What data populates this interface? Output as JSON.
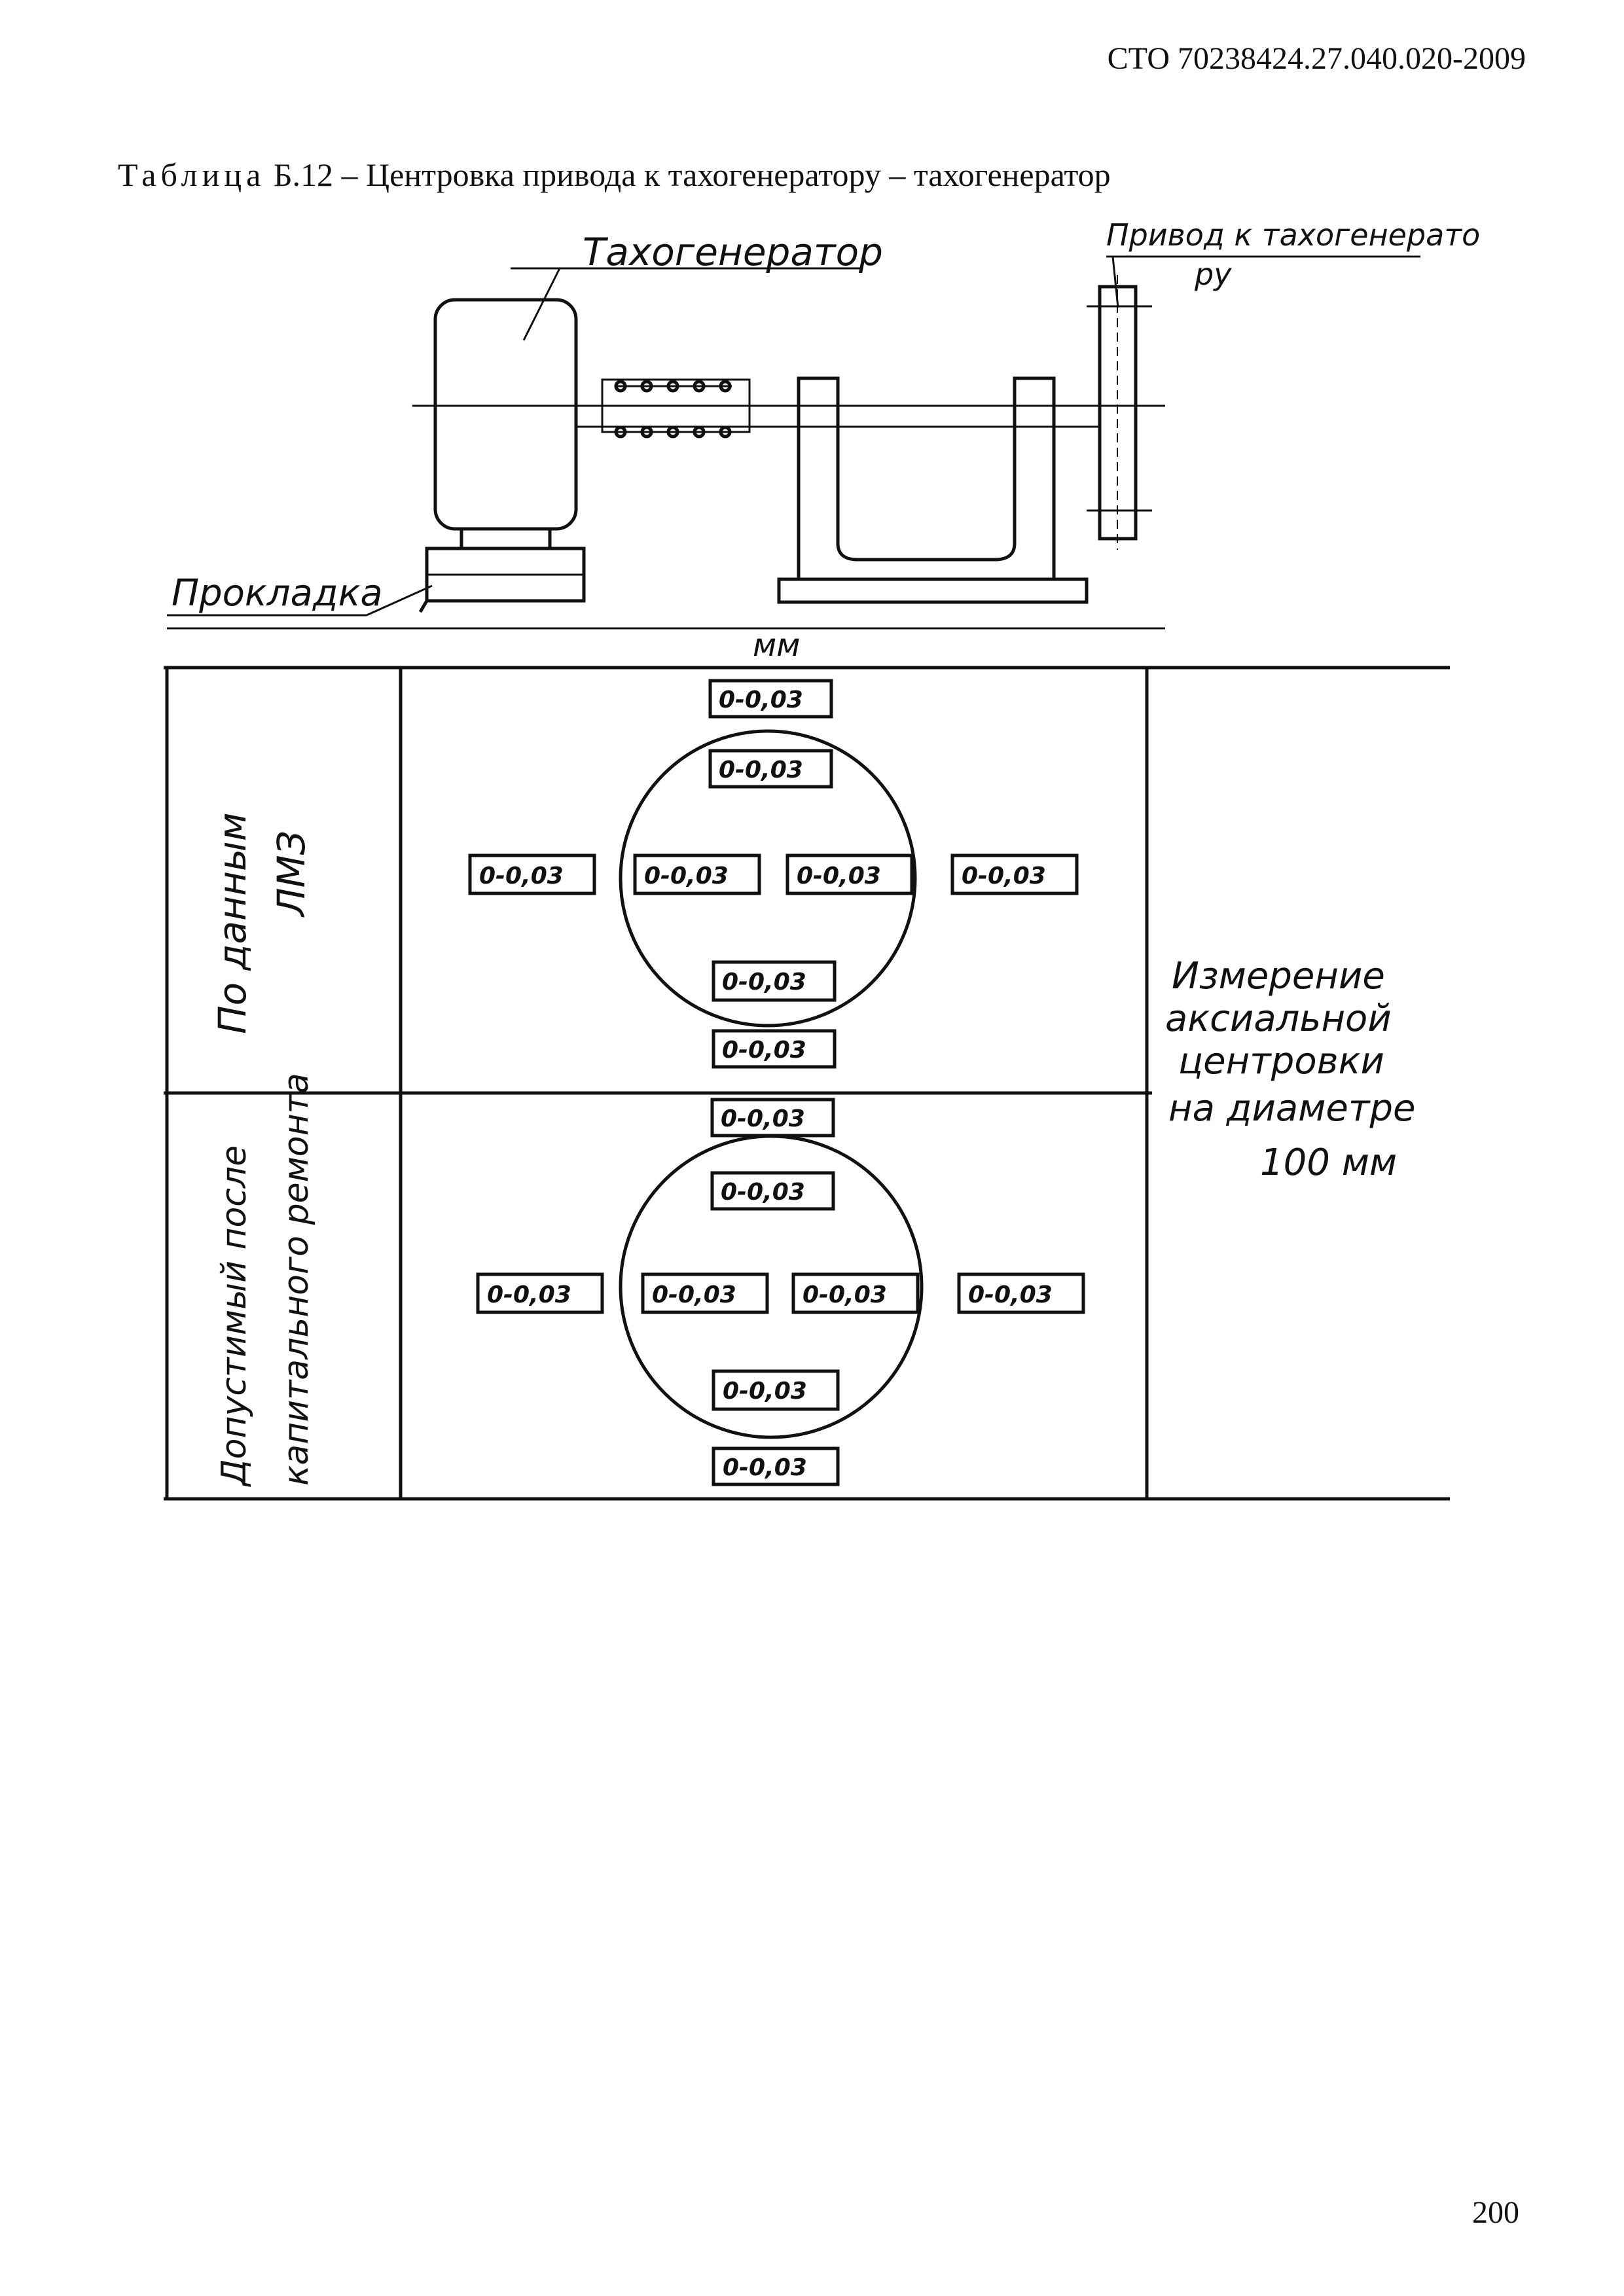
{
  "header": {
    "doc_code": "СТО 70238424.27.040.020-2009"
  },
  "title": {
    "label": "Таблица",
    "text": "Б.12 – Центровка привода к тахогенератору – тахогенератор"
  },
  "drawing": {
    "tachogenerator_label": "Тахогенератор",
    "drive_label_line1": "Привод к тахогенерато",
    "drive_label_line2": "ру",
    "shim_label": "Прокладка"
  },
  "table": {
    "units": "мм",
    "row1_label_line1": "По данным",
    "row1_label_line2": "ЛМЗ",
    "row2_label_line1": "Допустимый после",
    "row2_label_line2": "капитального ремонта",
    "note_lines": [
      "Измерение",
      "аксиальной",
      "центровки",
      "на диаметре",
      "100 мм"
    ],
    "row1_values": {
      "outer_top": "0-0,03",
      "inner_top": "0-0,03",
      "outer_left": "0-0,03",
      "inner_left": "0-0,03",
      "inner_right": "0-0,03",
      "outer_right": "0-0,03",
      "inner_bottom": "0-0,03",
      "outer_bottom": "0-0,03"
    },
    "row2_values": {
      "outer_top": "0-0,03",
      "inner_top": "0-0,03",
      "outer_left": "0-0,03",
      "inner_left": "0-0,03",
      "inner_right": "0-0,03",
      "outer_right": "0-0,03",
      "inner_bottom": "0-0,03",
      "outer_bottom": "0-0,03"
    }
  },
  "footer": {
    "page_number": "200"
  }
}
